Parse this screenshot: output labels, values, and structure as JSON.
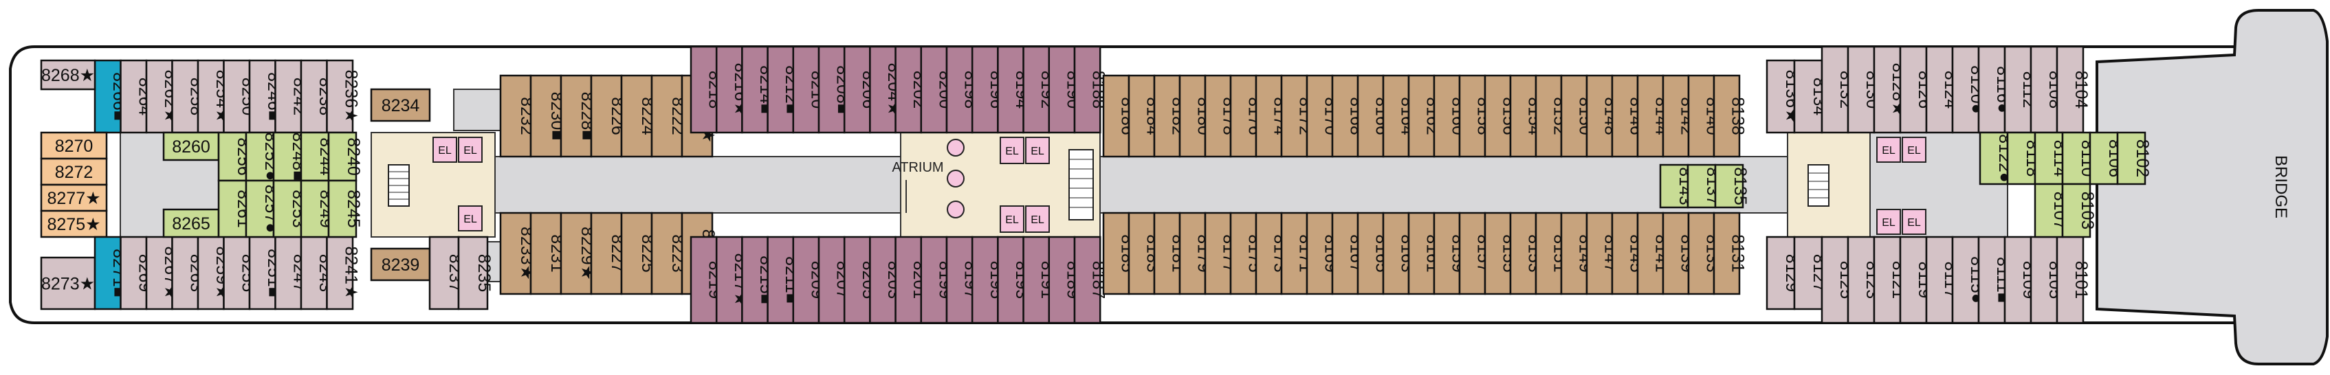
{
  "labels": {
    "atrium": "ATRIUM",
    "bridge": "BRIDGE",
    "elevator": "EL"
  },
  "colors": {
    "ocean_view": "#d4c2c6",
    "balcony": "#c7a37d",
    "aft_suite": "#f5c797",
    "vista_balcony": "#b18097",
    "interior": "#c8dc95",
    "accessible": "#1ba7c9",
    "corridor": "#d8d8da",
    "public_area": "#f3ead2"
  },
  "cabins": [
    {
      "n": "8266",
      "s": "■",
      "c": "accessible"
    },
    {
      "n": "8264",
      "s": "",
      "c": "ocean_view"
    },
    {
      "n": "8262",
      "s": "★",
      "c": "ocean_view"
    },
    {
      "n": "8258",
      "s": "",
      "c": "ocean_view"
    },
    {
      "n": "8254",
      "s": "★",
      "c": "ocean_view"
    },
    {
      "n": "8250",
      "s": "",
      "c": "ocean_view"
    },
    {
      "n": "8246",
      "s": "■",
      "c": "ocean_view"
    },
    {
      "n": "8242",
      "s": "",
      "c": "ocean_view"
    },
    {
      "n": "8238",
      "s": "",
      "c": "ocean_view"
    },
    {
      "n": "8236",
      "s": "★",
      "c": "ocean_view"
    },
    {
      "n": "8268",
      "s": "★",
      "c": "ocean_view"
    },
    {
      "n": "8234",
      "s": "",
      "c": "balcony"
    },
    {
      "n": "8270",
      "s": "",
      "c": "aft_suite"
    },
    {
      "n": "8272",
      "s": "",
      "c": "aft_suite"
    },
    {
      "n": "8277",
      "s": "★",
      "c": "aft_suite"
    },
    {
      "n": "8275",
      "s": "★",
      "c": "aft_suite"
    },
    {
      "n": "8273",
      "s": "★",
      "c": "ocean_view"
    },
    {
      "n": "8271",
      "s": "■",
      "c": "accessible"
    },
    {
      "n": "8269",
      "s": "",
      "c": "ocean_view"
    },
    {
      "n": "8267",
      "s": "★",
      "c": "ocean_view"
    },
    {
      "n": "8263",
      "s": "",
      "c": "ocean_view"
    },
    {
      "n": "8259",
      "s": "★",
      "c": "ocean_view"
    },
    {
      "n": "8255",
      "s": "",
      "c": "ocean_view"
    },
    {
      "n": "8251",
      "s": "■",
      "c": "ocean_view"
    },
    {
      "n": "8247",
      "s": "",
      "c": "ocean_view"
    },
    {
      "n": "8243",
      "s": "",
      "c": "ocean_view"
    },
    {
      "n": "8241",
      "s": "★",
      "c": "ocean_view"
    },
    {
      "n": "8239",
      "s": "",
      "c": "balcony"
    },
    {
      "n": "8237",
      "s": "",
      "c": "ocean_view"
    },
    {
      "n": "8235",
      "s": "",
      "c": "ocean_view"
    },
    {
      "n": "8260",
      "s": "",
      "c": "interior"
    },
    {
      "n": "8256",
      "s": "",
      "c": "interior"
    },
    {
      "n": "8252",
      "s": "●",
      "c": "interior"
    },
    {
      "n": "8248",
      "s": "■",
      "c": "interior"
    },
    {
      "n": "8244",
      "s": "",
      "c": "interior"
    },
    {
      "n": "8240",
      "s": "",
      "c": "interior"
    },
    {
      "n": "8265",
      "s": "",
      "c": "interior"
    },
    {
      "n": "8261",
      "s": "",
      "c": "interior"
    },
    {
      "n": "8257",
      "s": "●",
      "c": "interior"
    },
    {
      "n": "8253",
      "s": "",
      "c": "interior"
    },
    {
      "n": "8249",
      "s": "",
      "c": "interior"
    },
    {
      "n": "8245",
      "s": "",
      "c": "interior"
    },
    {
      "n": "8232",
      "s": "",
      "c": "balcony"
    },
    {
      "n": "8230",
      "s": "■",
      "c": "balcony"
    },
    {
      "n": "8228",
      "s": "■",
      "c": "balcony"
    },
    {
      "n": "8226",
      "s": "",
      "c": "balcony"
    },
    {
      "n": "8224",
      "s": "",
      "c": "balcony"
    },
    {
      "n": "8222",
      "s": "",
      "c": "balcony"
    },
    {
      "n": "8220",
      "s": "★",
      "c": "balcony"
    },
    {
      "n": "8233",
      "s": "★",
      "c": "balcony"
    },
    {
      "n": "8231",
      "s": "",
      "c": "balcony"
    },
    {
      "n": "8229",
      "s": "★",
      "c": "balcony"
    },
    {
      "n": "8227",
      "s": "",
      "c": "balcony"
    },
    {
      "n": "8225",
      "s": "",
      "c": "balcony"
    },
    {
      "n": "8223",
      "s": "",
      "c": "balcony"
    },
    {
      "n": "8221",
      "s": "■",
      "c": "balcony"
    },
    {
      "n": "8218",
      "s": "",
      "c": "vista_balcony"
    },
    {
      "n": "8216",
      "s": "★",
      "c": "vista_balcony"
    },
    {
      "n": "8214",
      "s": "■",
      "c": "vista_balcony"
    },
    {
      "n": "8212",
      "s": "■",
      "c": "vista_balcony"
    },
    {
      "n": "8210",
      "s": "",
      "c": "vista_balcony"
    },
    {
      "n": "8208",
      "s": "■",
      "c": "vista_balcony"
    },
    {
      "n": "8206",
      "s": "",
      "c": "vista_balcony"
    },
    {
      "n": "8204",
      "s": "★",
      "c": "vista_balcony"
    },
    {
      "n": "8202",
      "s": "",
      "c": "vista_balcony"
    },
    {
      "n": "8200",
      "s": "",
      "c": "vista_balcony"
    },
    {
      "n": "8198",
      "s": "",
      "c": "vista_balcony"
    },
    {
      "n": "8196",
      "s": "",
      "c": "vista_balcony"
    },
    {
      "n": "8194",
      "s": "",
      "c": "vista_balcony"
    },
    {
      "n": "8192",
      "s": "",
      "c": "vista_balcony"
    },
    {
      "n": "8190",
      "s": "",
      "c": "vista_balcony"
    },
    {
      "n": "8188",
      "s": "",
      "c": "vista_balcony"
    },
    {
      "n": "8219",
      "s": "",
      "c": "vista_balcony"
    },
    {
      "n": "8217",
      "s": "★",
      "c": "vista_balcony"
    },
    {
      "n": "8215",
      "s": "■",
      "c": "vista_balcony"
    },
    {
      "n": "8211",
      "s": "■",
      "c": "vista_balcony"
    },
    {
      "n": "8209",
      "s": "",
      "c": "vista_balcony"
    },
    {
      "n": "8207",
      "s": "",
      "c": "vista_balcony"
    },
    {
      "n": "8205",
      "s": "",
      "c": "vista_balcony"
    },
    {
      "n": "8203",
      "s": "",
      "c": "vista_balcony"
    },
    {
      "n": "8201",
      "s": "",
      "c": "vista_balcony"
    },
    {
      "n": "8199",
      "s": "",
      "c": "vista_balcony"
    },
    {
      "n": "8197",
      "s": "",
      "c": "vista_balcony"
    },
    {
      "n": "8195",
      "s": "",
      "c": "vista_balcony"
    },
    {
      "n": "8193",
      "s": "",
      "c": "vista_balcony"
    },
    {
      "n": "8191",
      "s": "",
      "c": "vista_balcony"
    },
    {
      "n": "8189",
      "s": "",
      "c": "vista_balcony"
    },
    {
      "n": "8187",
      "s": "",
      "c": "vista_balcony"
    },
    {
      "n": "8186",
      "s": "",
      "c": "balcony"
    },
    {
      "n": "8184",
      "s": "",
      "c": "balcony"
    },
    {
      "n": "8182",
      "s": "",
      "c": "balcony"
    },
    {
      "n": "8180",
      "s": "",
      "c": "balcony"
    },
    {
      "n": "8178",
      "s": "",
      "c": "balcony"
    },
    {
      "n": "8176",
      "s": "",
      "c": "balcony"
    },
    {
      "n": "8174",
      "s": "",
      "c": "balcony"
    },
    {
      "n": "8172",
      "s": "",
      "c": "balcony"
    },
    {
      "n": "8170",
      "s": "",
      "c": "balcony"
    },
    {
      "n": "8168",
      "s": "",
      "c": "balcony"
    },
    {
      "n": "8166",
      "s": "",
      "c": "balcony"
    },
    {
      "n": "8164",
      "s": "",
      "c": "balcony"
    },
    {
      "n": "8162",
      "s": "",
      "c": "balcony"
    },
    {
      "n": "8160",
      "s": "",
      "c": "balcony"
    },
    {
      "n": "8158",
      "s": "",
      "c": "balcony"
    },
    {
      "n": "8156",
      "s": "",
      "c": "balcony"
    },
    {
      "n": "8154",
      "s": "",
      "c": "balcony"
    },
    {
      "n": "8152",
      "s": "",
      "c": "balcony"
    },
    {
      "n": "8150",
      "s": "",
      "c": "balcony"
    },
    {
      "n": "8148",
      "s": "",
      "c": "balcony"
    },
    {
      "n": "8146",
      "s": "",
      "c": "balcony"
    },
    {
      "n": "8144",
      "s": "",
      "c": "balcony"
    },
    {
      "n": "8142",
      "s": "",
      "c": "balcony"
    },
    {
      "n": "8140",
      "s": "",
      "c": "balcony"
    },
    {
      "n": "8138",
      "s": "",
      "c": "balcony"
    },
    {
      "n": "8185",
      "s": "",
      "c": "balcony"
    },
    {
      "n": "8183",
      "s": "",
      "c": "balcony"
    },
    {
      "n": "8181",
      "s": "",
      "c": "balcony"
    },
    {
      "n": "8179",
      "s": "",
      "c": "balcony"
    },
    {
      "n": "8177",
      "s": "",
      "c": "balcony"
    },
    {
      "n": "8175",
      "s": "",
      "c": "balcony"
    },
    {
      "n": "8173",
      "s": "",
      "c": "balcony"
    },
    {
      "n": "8171",
      "s": "",
      "c": "balcony"
    },
    {
      "n": "8169",
      "s": "",
      "c": "balcony"
    },
    {
      "n": "8167",
      "s": "",
      "c": "balcony"
    },
    {
      "n": "8165",
      "s": "",
      "c": "balcony"
    },
    {
      "n": "8163",
      "s": "",
      "c": "balcony"
    },
    {
      "n": "8161",
      "s": "",
      "c": "balcony"
    },
    {
      "n": "8159",
      "s": "",
      "c": "balcony"
    },
    {
      "n": "8157",
      "s": "",
      "c": "balcony"
    },
    {
      "n": "8155",
      "s": "",
      "c": "balcony"
    },
    {
      "n": "8153",
      "s": "",
      "c": "balcony"
    },
    {
      "n": "8151",
      "s": "",
      "c": "balcony"
    },
    {
      "n": "8149",
      "s": "",
      "c": "balcony"
    },
    {
      "n": "8147",
      "s": "",
      "c": "balcony"
    },
    {
      "n": "8145",
      "s": "",
      "c": "balcony"
    },
    {
      "n": "8141",
      "s": "",
      "c": "balcony"
    },
    {
      "n": "8139",
      "s": "",
      "c": "balcony"
    },
    {
      "n": "8133",
      "s": "",
      "c": "balcony"
    },
    {
      "n": "8131",
      "s": "",
      "c": "balcony"
    },
    {
      "n": "8143",
      "s": "",
      "c": "interior"
    },
    {
      "n": "8137",
      "s": "",
      "c": "interior"
    },
    {
      "n": "8135",
      "s": "",
      "c": "interior"
    },
    {
      "n": "8136",
      "s": "★",
      "c": "ocean_view"
    },
    {
      "n": "8134",
      "s": "",
      "c": "ocean_view"
    },
    {
      "n": "8132",
      "s": "",
      "c": "ocean_view"
    },
    {
      "n": "8130",
      "s": "",
      "c": "ocean_view"
    },
    {
      "n": "8128",
      "s": "★",
      "c": "ocean_view"
    },
    {
      "n": "8126",
      "s": "",
      "c": "ocean_view"
    },
    {
      "n": "8124",
      "s": "",
      "c": "ocean_view"
    },
    {
      "n": "8120",
      "s": "●",
      "c": "ocean_view"
    },
    {
      "n": "8116",
      "s": "●",
      "c": "ocean_view"
    },
    {
      "n": "8112",
      "s": "",
      "c": "ocean_view"
    },
    {
      "n": "8108",
      "s": "",
      "c": "ocean_view"
    },
    {
      "n": "8104",
      "s": "",
      "c": "ocean_view"
    },
    {
      "n": "8129",
      "s": "",
      "c": "ocean_view"
    },
    {
      "n": "8127",
      "s": "",
      "c": "ocean_view"
    },
    {
      "n": "8125",
      "s": "",
      "c": "ocean_view"
    },
    {
      "n": "8123",
      "s": "",
      "c": "ocean_view"
    },
    {
      "n": "8121",
      "s": "",
      "c": "ocean_view"
    },
    {
      "n": "8119",
      "s": "",
      "c": "ocean_view"
    },
    {
      "n": "8117",
      "s": "",
      "c": "ocean_view"
    },
    {
      "n": "8115",
      "s": "●",
      "c": "ocean_view"
    },
    {
      "n": "8111",
      "s": "■",
      "c": "ocean_view"
    },
    {
      "n": "8109",
      "s": "",
      "c": "ocean_view"
    },
    {
      "n": "8105",
      "s": "",
      "c": "ocean_view"
    },
    {
      "n": "8101",
      "s": "",
      "c": "ocean_view"
    },
    {
      "n": "8122",
      "s": "●",
      "c": "interior"
    },
    {
      "n": "8118",
      "s": "",
      "c": "interior"
    },
    {
      "n": "8114",
      "s": "",
      "c": "interior"
    },
    {
      "n": "8110",
      "s": "",
      "c": "interior"
    },
    {
      "n": "8106",
      "s": "",
      "c": "interior"
    },
    {
      "n": "8102",
      "s": "",
      "c": "interior"
    },
    {
      "n": "8107",
      "s": "",
      "c": "interior"
    },
    {
      "n": "8103",
      "s": "",
      "c": "interior"
    }
  ]
}
